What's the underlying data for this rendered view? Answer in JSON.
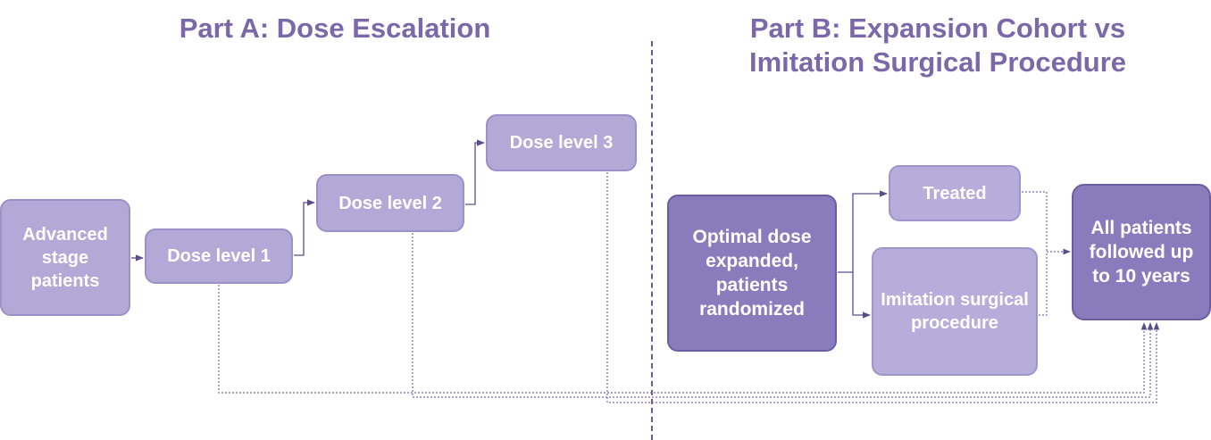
{
  "part_a": {
    "title": "Part A: Dose Escalation"
  },
  "part_b": {
    "title": "Part B: Expansion Cohort vs Imitation Surgical Procedure"
  },
  "nodes": {
    "advanced": "Advanced stage patients",
    "dose1": "Dose level 1",
    "dose2": "Dose level 2",
    "dose3": "Dose level 3",
    "optimal": "Optimal dose expanded, patients randomized",
    "treated": "Treated",
    "imitation": "Imitation surgical procedure",
    "followed": "All patients followed up to 10 years"
  },
  "colors": {
    "title": "#7b68a8",
    "box_light": "#b2a9d6",
    "box_dark": "#8a7cbc",
    "line": "#6a5a9a"
  }
}
